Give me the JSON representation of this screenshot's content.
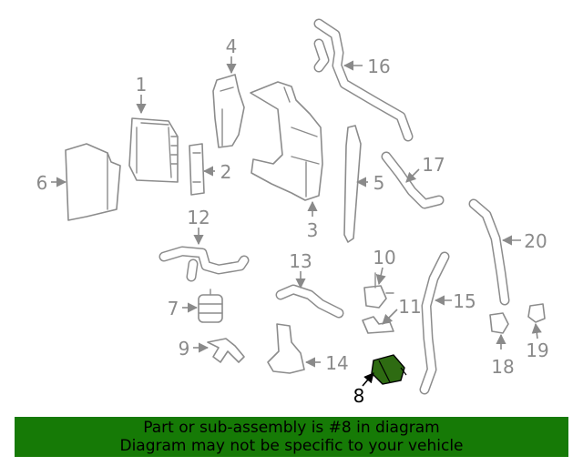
{
  "diagram": {
    "callouts": [
      "1",
      "2",
      "3",
      "4",
      "5",
      "6",
      "7",
      "8",
      "9",
      "10",
      "11",
      "12",
      "13",
      "14",
      "15",
      "16",
      "17",
      "18",
      "19",
      "20"
    ],
    "highlighted_part": "8",
    "highlight_color": "#2e6b12"
  },
  "banner": {
    "line1": "Part or sub-assembly is #8 in diagram",
    "line2": "Diagram may not be specific to your vehicle",
    "color": "#167a06"
  }
}
